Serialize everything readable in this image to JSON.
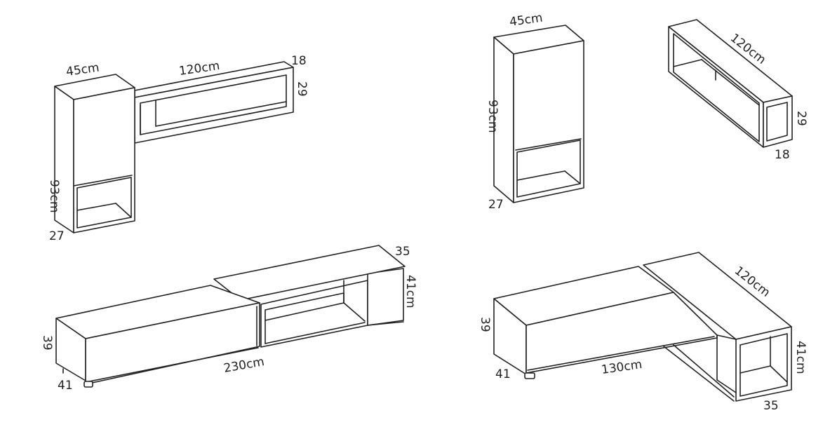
{
  "diagrams": {
    "top_left": {
      "tall_cabinet_width": "45cm",
      "tall_cabinet_height": "93cm",
      "tall_cabinet_depth": "27",
      "shelf_width": "120cm",
      "shelf_depth": "18",
      "shelf_height": "29"
    },
    "top_right": {
      "tall_cabinet_width": "45cm",
      "tall_cabinet_height": "93cm",
      "tall_cabinet_depth": "27",
      "shelf_width": "120cm",
      "shelf_height": "29",
      "shelf_depth": "18"
    },
    "bottom_left": {
      "tv_unit_width": "230cm",
      "tv_unit_height": "39",
      "tv_unit_depth": "41",
      "side_module_height": "41cm",
      "side_module_depth": "35"
    },
    "bottom_right": {
      "tv_unit_width": "130cm",
      "tv_unit_height": "39",
      "tv_unit_depth": "41",
      "side_module_width": "120cm",
      "side_module_height": "41cm",
      "side_module_depth": "35"
    }
  },
  "colors": {
    "line": "#222222",
    "background": "#ffffff"
  }
}
